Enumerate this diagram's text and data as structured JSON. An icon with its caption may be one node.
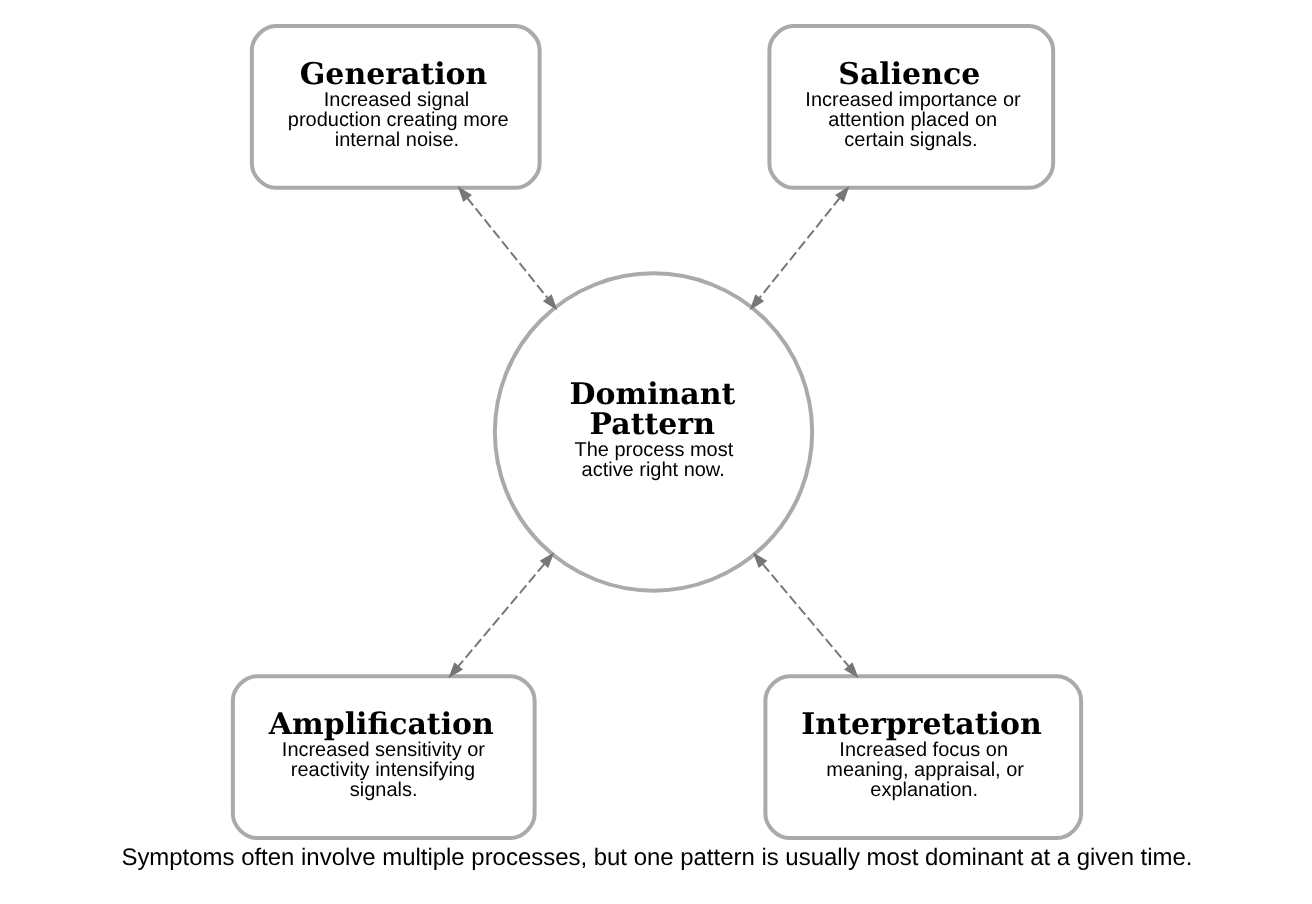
{
  "diagram": {
    "caption": "Symptoms often involve multiple processes, but one pattern is usually most dominant at a given time.",
    "nodes": [
      {
        "text": [
          "Generation",
          "Increased signal production creating more internal noise."
        ]
      },
      {
        "text": [
          "Salience",
          "Increased importance or attention placed on certain signals."
        ]
      },
      {
        "text": [
          "Dominant Pattern",
          "The process most active right now."
        ]
      },
      {
        "text": [
          "Amplification",
          "Increased sensitivity or reactivity intensifying signals."
        ]
      },
      {
        "text": [
          "Interpretation",
          "Increased focus on meaning, appraisal, or explanation."
        ]
      }
    ],
    "edges": [
      {
        "from": 0,
        "to": 2,
        "arrow": "both",
        "style": "dashed"
      },
      {
        "from": 1,
        "to": 2,
        "arrow": "both",
        "style": "dashed"
      },
      {
        "from": 2,
        "to": 3,
        "arrow": "both",
        "style": "dashed"
      },
      {
        "from": 2,
        "to": 4,
        "arrow": "both",
        "style": "dashed"
      }
    ]
  }
}
